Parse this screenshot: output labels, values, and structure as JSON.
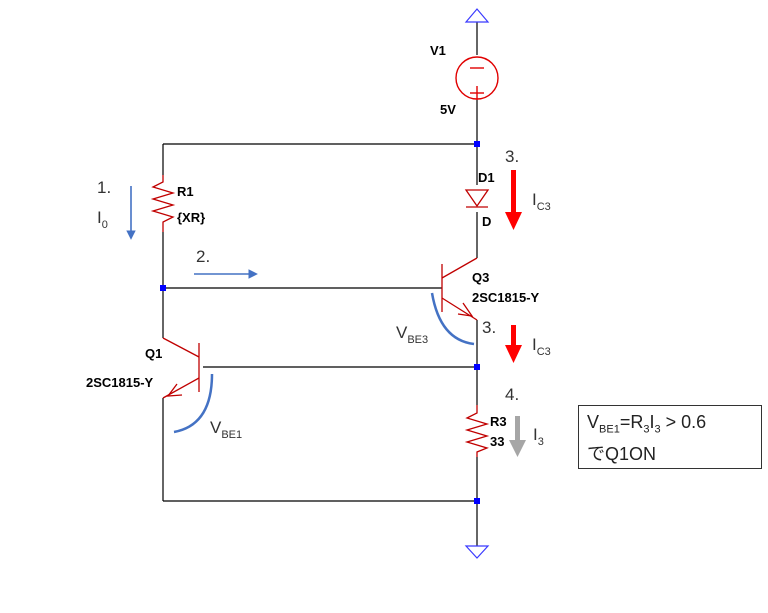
{
  "components": {
    "v1": {
      "name": "V1",
      "value": "5V"
    },
    "r1": {
      "name": "R1",
      "value": "{XR}"
    },
    "d1": {
      "name": "D1",
      "value": "D"
    },
    "q3": {
      "name": "Q3",
      "model": "2SC1815-Y"
    },
    "q1": {
      "name": "Q1",
      "model": "2SC1815-Y"
    },
    "r3": {
      "name": "R3",
      "value": "33"
    }
  },
  "annotations": {
    "step1": "1.",
    "i0": {
      "base": "I",
      "sub": "0"
    },
    "step2": "2.",
    "step3a": "3.",
    "ic3a": {
      "base": "I",
      "sub": "C3"
    },
    "step3b": "3.",
    "ic3b": {
      "base": "I",
      "sub": "C3"
    },
    "vbe3": {
      "base": "V",
      "sub": "BE3"
    },
    "vbe1": {
      "base": "V",
      "sub": "BE1"
    },
    "step4": "4.",
    "i3": {
      "base": "I",
      "sub": "3"
    }
  },
  "callout": {
    "v": "V",
    "v_sub": "BE1",
    "eq_r": "=R",
    "r_sub": "3",
    "i": "I",
    "i_sub": "3",
    "cond": " > 0.6",
    "line2": "でQ1ON"
  },
  "colors": {
    "wire": "#000000",
    "source": "#e00000",
    "component": "#c00000",
    "node": "#0000ff",
    "blue_annot": "#4472c4",
    "red_arrow": "#ff0000",
    "gray_arrow": "#a6a6a6"
  }
}
